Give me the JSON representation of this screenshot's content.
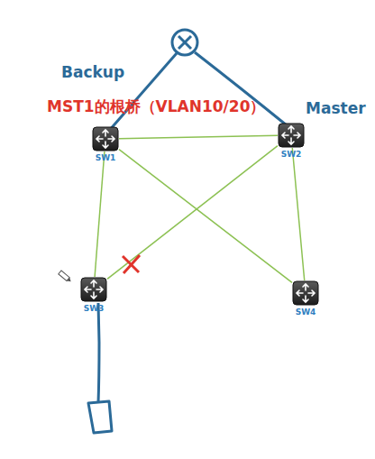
{
  "diagram": {
    "nodes": [
      {
        "text": [
          "SW1"
        ]
      },
      {
        "text": [
          "SW2"
        ]
      },
      {
        "text": [
          "SW3"
        ]
      },
      {
        "text": [
          "SW4"
        ]
      }
    ],
    "edges": [
      {
        "from": 0,
        "to": 1,
        "arrow": "none"
      },
      {
        "from": 0,
        "to": 2,
        "arrow": "none"
      },
      {
        "from": 0,
        "to": 3,
        "arrow": "none"
      },
      {
        "from": 1,
        "to": 2,
        "arrow": "none"
      },
      {
        "from": 1,
        "to": 3,
        "arrow": "none"
      }
    ],
    "labels": [
      "Backup",
      "MST1的根桥（VLAN10/20）",
      "Master"
    ]
  }
}
